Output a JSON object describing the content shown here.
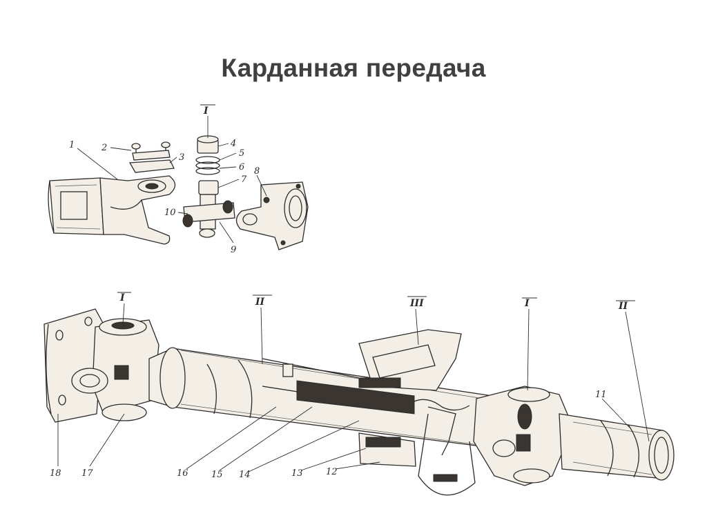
{
  "title": "Карданная передача",
  "upper_labels": [
    "1",
    "2",
    "3",
    "4",
    "5",
    "6",
    "7",
    "8",
    "9",
    "10"
  ],
  "upper_roman": "I",
  "lower_labels": [
    "11",
    "12",
    "13",
    "14",
    "15",
    "16",
    "17",
    "18"
  ],
  "lower_roman": [
    "I",
    "II",
    "III",
    "I",
    "II"
  ],
  "colors": {
    "ink": "#2b2b2b",
    "paper": "#f4efe6",
    "title": "#404040"
  }
}
